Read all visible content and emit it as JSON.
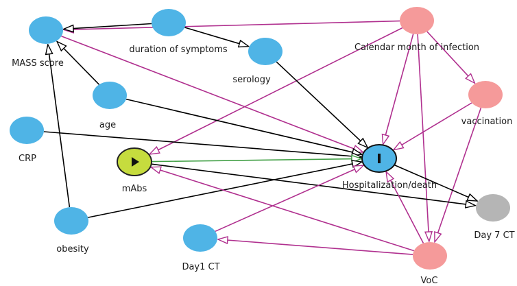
{
  "diagram": {
    "colors": {
      "causal_edge": "#000000",
      "bias_edge": "#b0308f",
      "exposure_edge": "#43a047",
      "ancestor_outcome_node": "#4fb4e6",
      "confounder_node": "#f59a9a",
      "exposure_node": "#c6dc3e",
      "unobserved_node": "#b5b5b5"
    },
    "nodes": [
      {
        "id": "mass",
        "label": "MASS score",
        "kind": "ancestor_outcome_node"
      },
      {
        "id": "dur",
        "label": "duration of symptoms",
        "kind": "ancestor_outcome_node"
      },
      {
        "id": "sero",
        "label": "serology",
        "kind": "ancestor_outcome_node"
      },
      {
        "id": "cal",
        "label": "Calendar month of infection",
        "kind": "confounder_node"
      },
      {
        "id": "age",
        "label": "age",
        "kind": "ancestor_outcome_node"
      },
      {
        "id": "vacc",
        "label": "vaccination",
        "kind": "confounder_node"
      },
      {
        "id": "crp",
        "label": "CRP",
        "kind": "ancestor_outcome_node"
      },
      {
        "id": "mabs",
        "label": "mAbs",
        "kind": "exposure_node",
        "icon": "play-icon"
      },
      {
        "id": "hosp",
        "label": "Hospitalization/death",
        "kind": "ancestor_outcome_node",
        "icon": "outcome-bar-icon"
      },
      {
        "id": "obes",
        "label": "obesity",
        "kind": "ancestor_outcome_node"
      },
      {
        "id": "d1ct",
        "label": "Day1 CT",
        "kind": "ancestor_outcome_node"
      },
      {
        "id": "voc",
        "label": "VoC",
        "kind": "confounder_node"
      },
      {
        "id": "d7ct",
        "label": "Day 7 CT",
        "kind": "unobserved_node"
      }
    ],
    "edges": [
      {
        "from": "cal",
        "to": "mass",
        "type": "bias_edge"
      },
      {
        "from": "cal",
        "to": "mabs",
        "type": "bias_edge"
      },
      {
        "from": "cal",
        "to": "hosp",
        "type": "bias_edge"
      },
      {
        "from": "cal",
        "to": "vacc",
        "type": "bias_edge"
      },
      {
        "from": "cal",
        "to": "voc",
        "type": "bias_edge"
      },
      {
        "from": "mass",
        "to": "hosp",
        "type": "bias_edge"
      },
      {
        "from": "dur",
        "to": "sero",
        "type": "causal_edge"
      },
      {
        "from": "dur",
        "to": "mass",
        "type": "causal_edge"
      },
      {
        "from": "sero",
        "to": "hosp",
        "type": "causal_edge"
      },
      {
        "from": "age",
        "to": "mass",
        "type": "causal_edge"
      },
      {
        "from": "age",
        "to": "hosp",
        "type": "causal_edge"
      },
      {
        "from": "vacc",
        "to": "hosp",
        "type": "bias_edge"
      },
      {
        "from": "vacc",
        "to": "voc",
        "type": "bias_edge"
      },
      {
        "from": "crp",
        "to": "hosp",
        "type": "causal_edge"
      },
      {
        "from": "mabs",
        "to": "hosp",
        "type": "exposure_edge"
      },
      {
        "from": "mabs",
        "to": "d7ct",
        "type": "causal_edge"
      },
      {
        "from": "obes",
        "to": "mass",
        "type": "causal_edge"
      },
      {
        "from": "obes",
        "to": "hosp",
        "type": "causal_edge"
      },
      {
        "from": "hosp",
        "to": "d7ct",
        "type": "causal_edge"
      },
      {
        "from": "d1ct",
        "to": "hosp",
        "type": "bias_edge"
      },
      {
        "from": "voc",
        "to": "d1ct",
        "type": "bias_edge"
      },
      {
        "from": "voc",
        "to": "mabs",
        "type": "bias_edge"
      },
      {
        "from": "voc",
        "to": "hosp",
        "type": "bias_edge"
      }
    ]
  }
}
